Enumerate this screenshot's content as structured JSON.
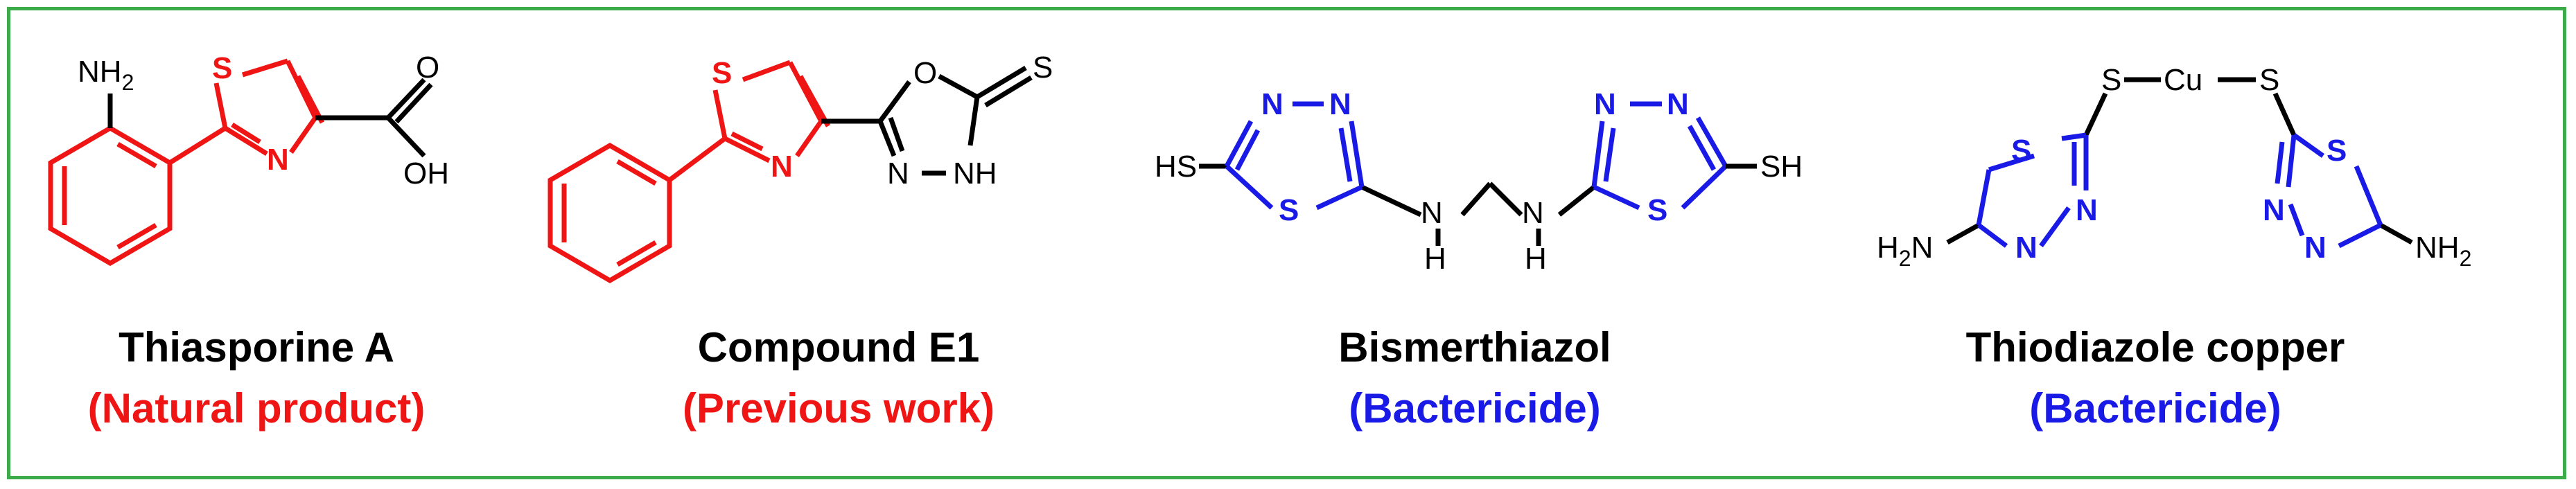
{
  "colors": {
    "border": "#3cab4a",
    "red": "#f01515",
    "blue": "#1a1ae6",
    "black": "#000000"
  },
  "compounds": [
    {
      "name": "Thiasporine A",
      "note": "(Natural product)",
      "note_color": "#f01515"
    },
    {
      "name": "Compound E1",
      "note": "(Previous work)",
      "note_color": "#f01515"
    },
    {
      "name": "Bismerthiazol",
      "note": "(Bactericide)",
      "note_color": "#1a1ae6"
    },
    {
      "name": "Thiodiazole copper",
      "note": "(Bactericide)",
      "note_color": "#1a1ae6"
    }
  ],
  "atoms": {
    "nh2_a": "NH",
    "sub2": "2",
    "s": "S",
    "n": "N",
    "o": "O",
    "oh": "OH",
    "nh": "NH",
    "n_dash": "N–",
    "sh": "SH",
    "hs": "HS",
    "h": "H",
    "cu": "Cu",
    "h2": "H",
    "n_plain": "N",
    "nh_right": "NH"
  }
}
